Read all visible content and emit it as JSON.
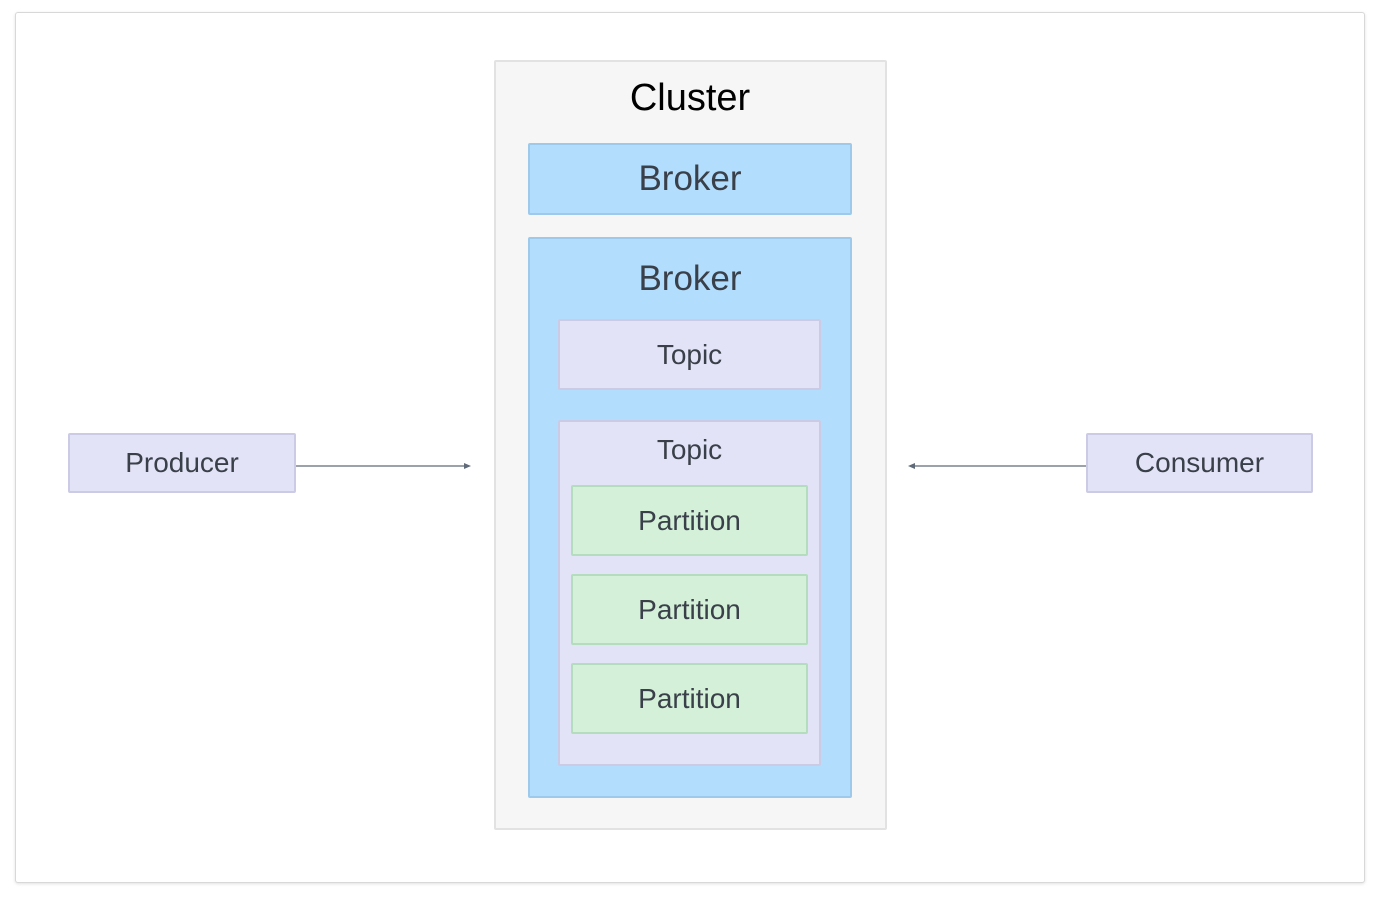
{
  "cluster": {
    "title": "Cluster"
  },
  "brokers": [
    {
      "label": "Broker"
    },
    {
      "label": "Broker"
    }
  ],
  "topics": [
    {
      "label": "Topic"
    },
    {
      "label": "Topic"
    }
  ],
  "partitions": [
    {
      "label": "Partition"
    },
    {
      "label": "Partition"
    },
    {
      "label": "Partition"
    }
  ],
  "producer": {
    "label": "Producer"
  },
  "consumer": {
    "label": "Consumer"
  },
  "colors": {
    "cluster_bg": "#f6f6f6",
    "broker_bg": "#b3ddfc",
    "topic_bg": "#e3e3f7",
    "partition_bg": "#d4f0d9",
    "arrow": "#5f6b78"
  }
}
